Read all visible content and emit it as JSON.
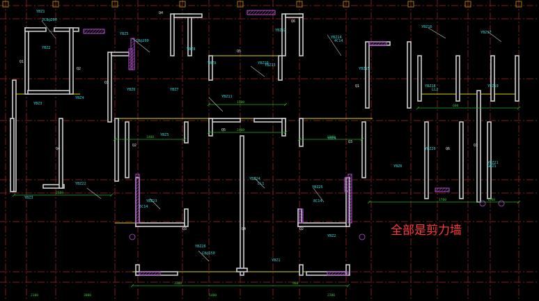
{
  "annotation": {
    "text": "全部是剪力墙",
    "color": "#ff3a3a"
  },
  "colors": {
    "background": "#000000",
    "wall_outline": "#cfcfcf",
    "wall_hatch": "#b44fd0",
    "grid_axis": "#7a1e1e",
    "beam_line": "#d8d800",
    "dimension_line": "#20b020",
    "label_text": "#36d8d8"
  },
  "wall_tags": [
    "YBZ1",
    "YBZ2",
    "YBZ3",
    "YBZ4",
    "YBZ5",
    "YBZ6",
    "YBZ7",
    "YBZ8",
    "YBZ9",
    "YBZ10",
    "YBZ11",
    "YBZ12",
    "YBZ13",
    "YBZ14",
    "YBZ15",
    "YBZ16",
    "YBZ17",
    "YBZ18",
    "YBZ19",
    "YBZ20",
    "YBZ21",
    "YBZ22",
    "YBZ23",
    "YBZ24",
    "YBZ25",
    "YBZ26"
  ],
  "wall_ids": [
    "Q1",
    "Q2",
    "Q3",
    "Q4",
    "Q5",
    "Q6"
  ],
  "beam_notes": [
    "2C8@200",
    "C8@200",
    "4C14",
    "6C14",
    "8C14",
    "C8@150",
    "LL1",
    "LL2",
    "GBZ1"
  ],
  "dimension_values": [
    "1400",
    "2300",
    "2400",
    "2600",
    "1700",
    "1200",
    "3300",
    "900",
    "1500",
    "600",
    "2100",
    "3000"
  ],
  "icons": {
    "wall_hatch_pattern": "diagonal-hatch-icon",
    "grid_bubble": "square-bubble-icon",
    "column_marker": "circle-marker-icon"
  }
}
